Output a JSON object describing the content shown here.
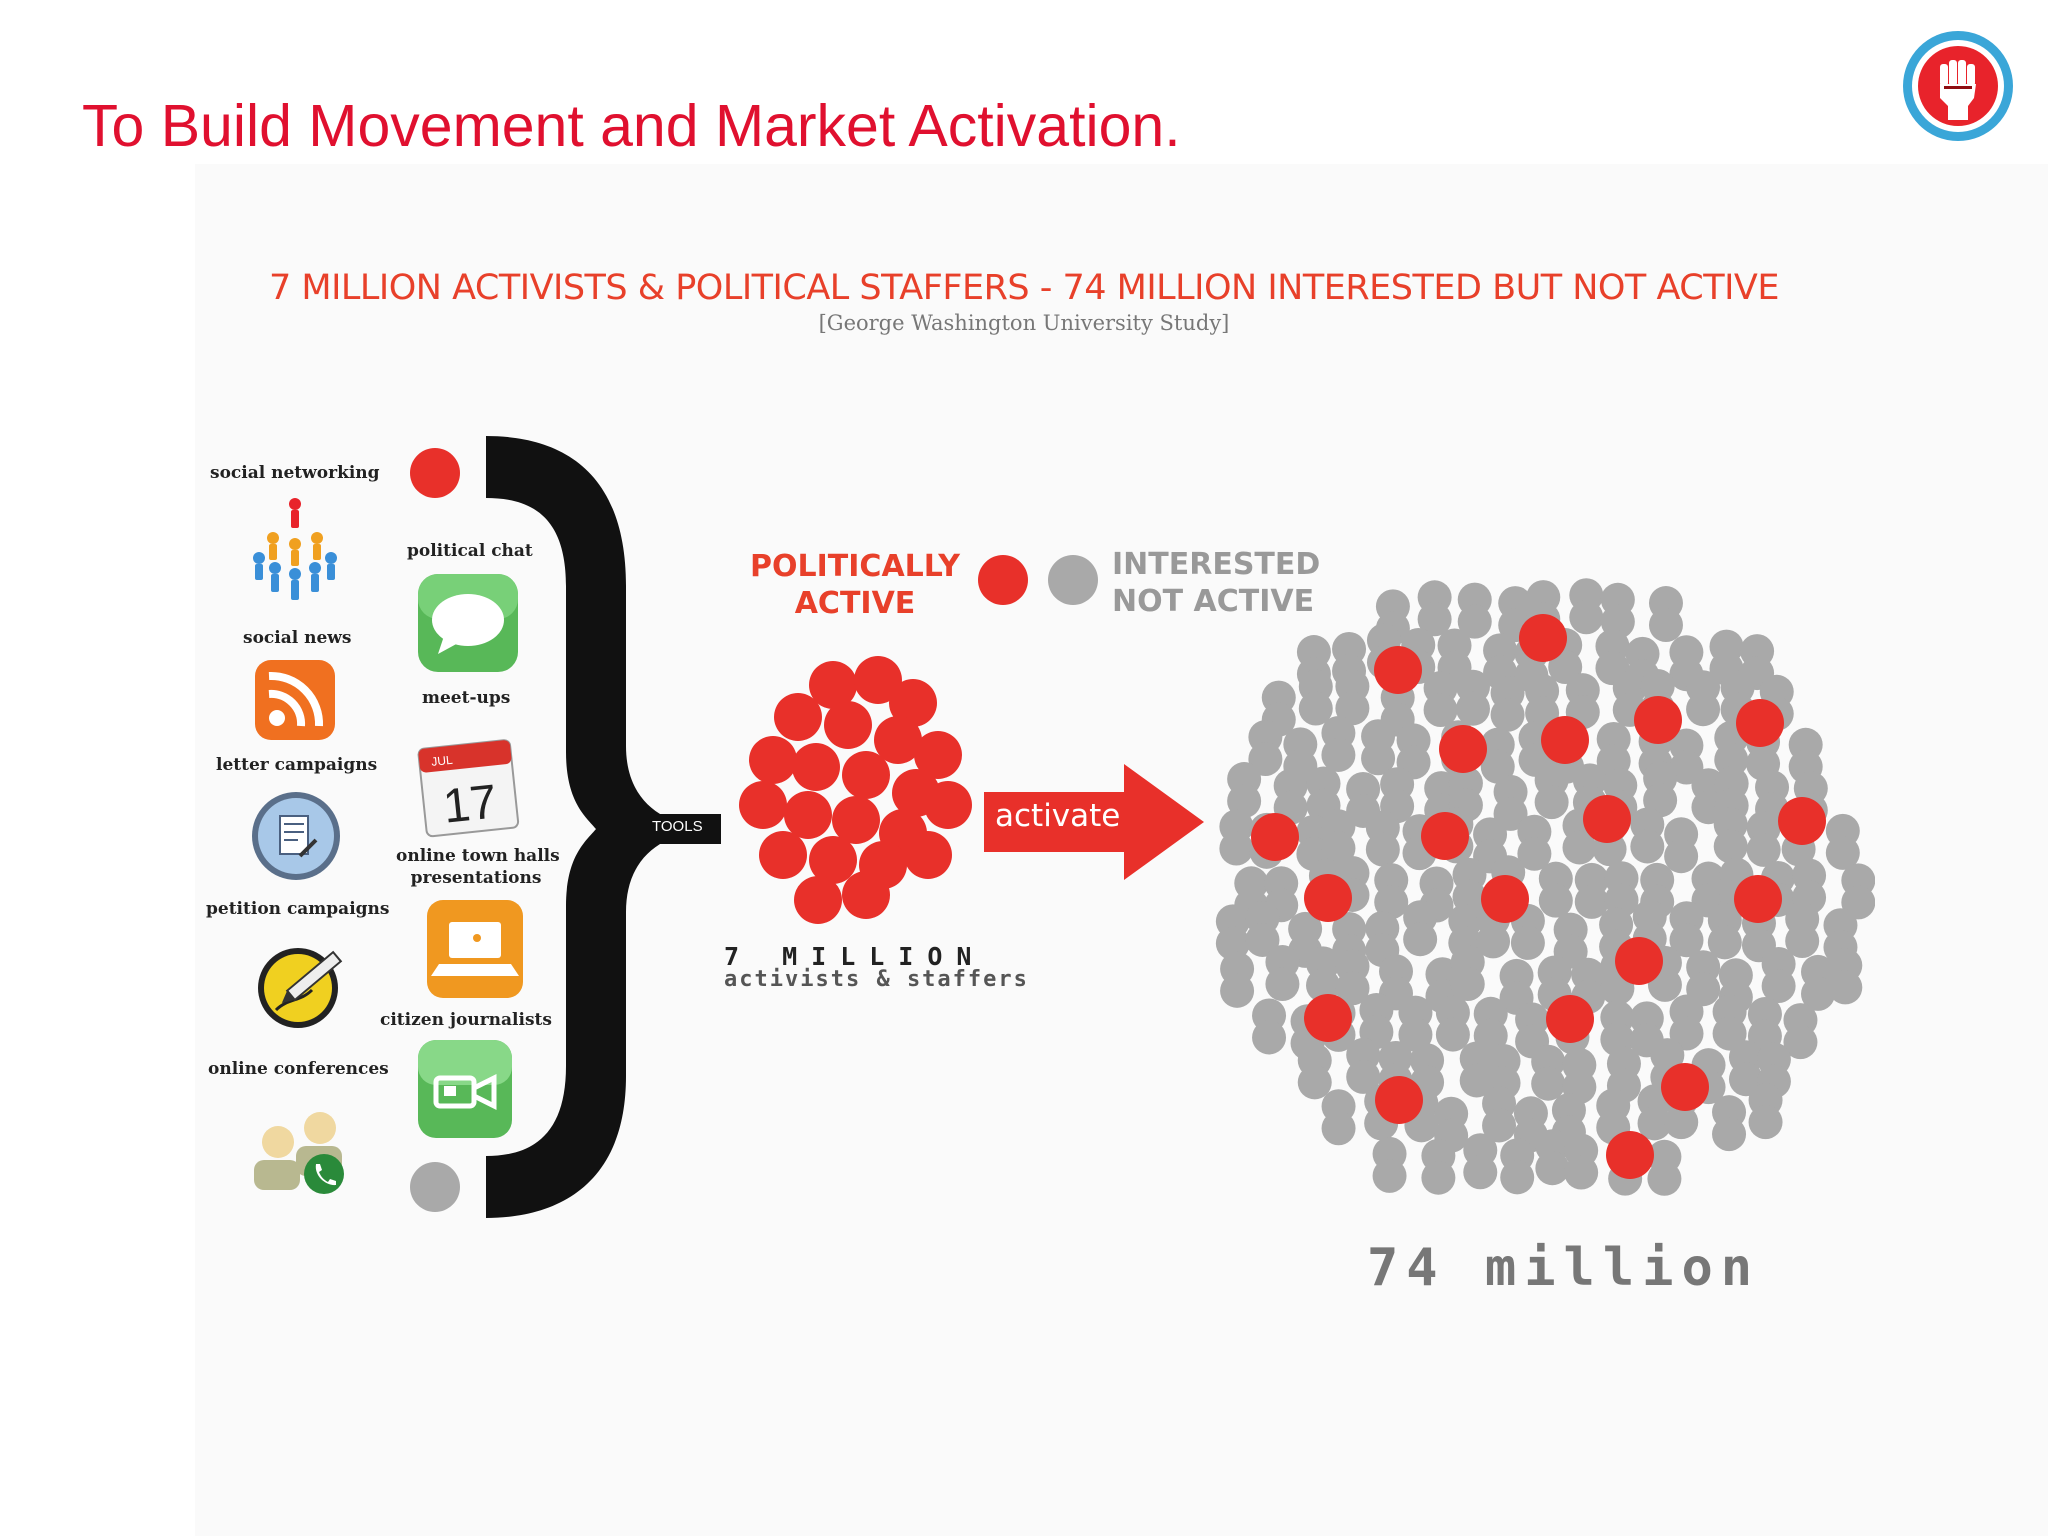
{
  "slide": {
    "title": "To Build Movement and Market Activation."
  },
  "logo": {
    "icon": "raised-fist-icon",
    "colors": {
      "ring": "#3aa6d8",
      "center": "#e8232b"
    }
  },
  "infographic": {
    "headline": "7 MILLION ACTIVISTS & POLITICAL STAFFERS - 74 MILLION INTERESTED BUT NOT ACTIVE",
    "source": "[George Washington University Study]",
    "tools_label": "TOOLS",
    "tools_left": [
      {
        "label": "social networking",
        "icon": "people-network-icon"
      },
      {
        "label": "social news",
        "icon": "rss-feed-icon"
      },
      {
        "label": "letter campaigns",
        "icon": "document-pen-icon"
      },
      {
        "label": "petition campaigns",
        "icon": "pencil-sign-icon"
      },
      {
        "label": "online conferences",
        "icon": "conference-call-icon"
      }
    ],
    "tools_right": [
      {
        "label": "political chat",
        "icon": "chat-bubble-icon"
      },
      {
        "label": "meet-ups",
        "icon": "calendar-icon",
        "calendar_day": "17",
        "calendar_month": "JUL"
      },
      {
        "label": "online town halls presentations",
        "label_line1": "online town halls",
        "label_line2": "presentations",
        "icon": "laptop-icon"
      },
      {
        "label": "citizen journalists",
        "icon": "video-camera-icon"
      }
    ],
    "legend": {
      "active_line1": "POLITICALLY",
      "active_line2": "ACTIVE",
      "inactive_line1": "INTERESTED",
      "inactive_line2": "NOT ACTIVE"
    },
    "activists": {
      "count_word1": "7 MILLION",
      "count_word2": "activists & staffers"
    },
    "arrow_label": "activate",
    "crowd_label": "74 million",
    "colors": {
      "active": "#e8302a",
      "inactive": "#a9a9a9",
      "brace": "#111111",
      "title": "#e0102f",
      "headline": "#e8402a"
    }
  }
}
